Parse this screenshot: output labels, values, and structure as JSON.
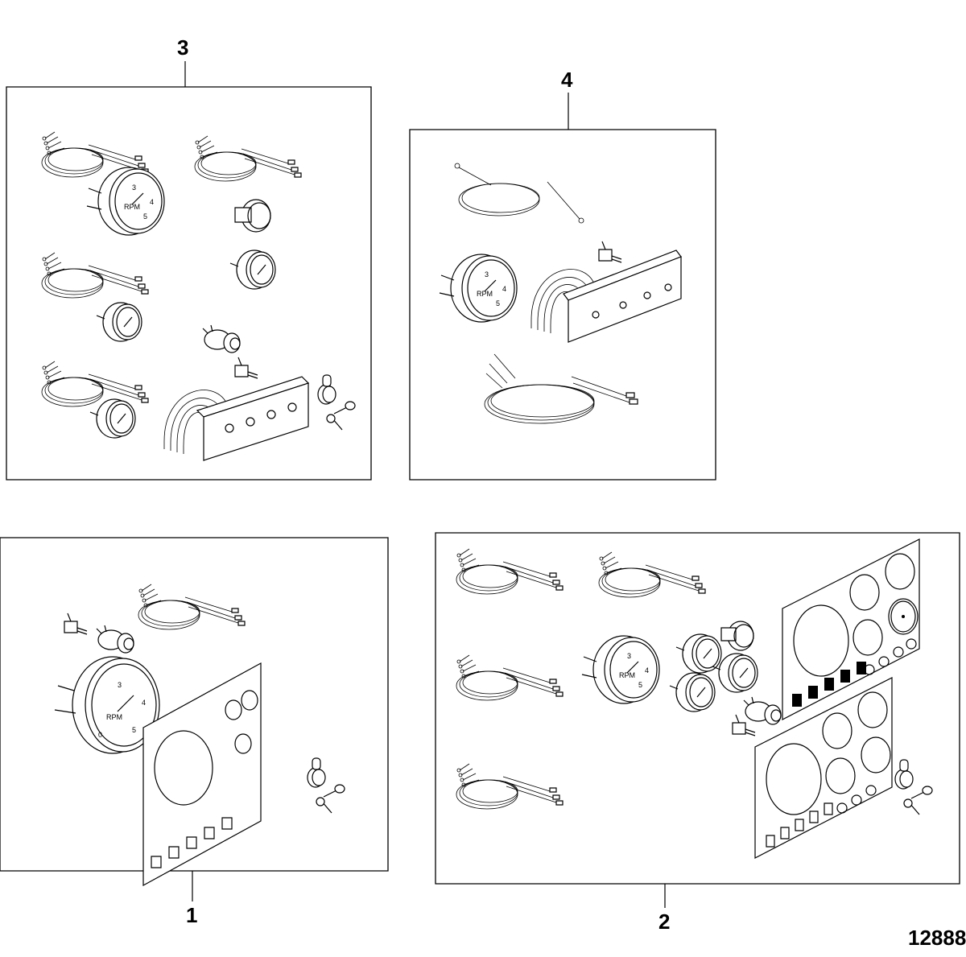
{
  "figure_id": "12888",
  "kits": [
    {
      "callout": "3"
    },
    {
      "callout": "4"
    },
    {
      "callout": "1"
    },
    {
      "callout": "2"
    }
  ]
}
